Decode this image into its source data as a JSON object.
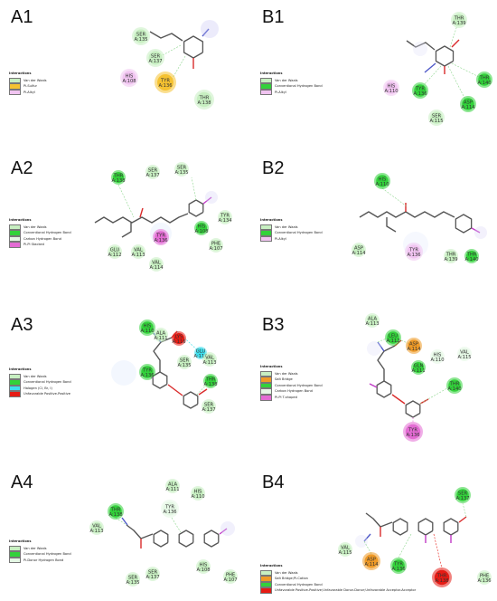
{
  "colors": {
    "vdw": "#c7efc1",
    "hbond": "#32d23a",
    "pisulfur": "#f5c231",
    "pialkyl": "#f1c4f1",
    "carbonh": "#e4f7e4",
    "pipistacked": "#e36bd3",
    "halogen": "#3ee0ee",
    "unfav": "#e61b14",
    "saltbridge": "#ef9a27",
    "bond": "#555555",
    "oxygen": "#d92b2b",
    "nitrogen": "#4f59c8",
    "halogenAtom": "#c03ac6"
  },
  "panels": [
    {
      "label": "A1",
      "legend": {
        "title": "Interactions",
        "items": [
          {
            "color": "vdw",
            "text": "Van der Waals"
          },
          {
            "color": "pisulfur",
            "text": "Pi-Sulfur"
          },
          {
            "color": "pialkyl",
            "text": "Pi-Alkyl"
          }
        ]
      },
      "residues": [
        {
          "name": "SER",
          "num": "A:135",
          "type": "vdw"
        },
        {
          "name": "SER",
          "num": "A:137",
          "type": "vdw"
        },
        {
          "name": "HIS",
          "num": "A:108",
          "type": "pialkyl"
        },
        {
          "name": "TYR",
          "num": "A:136",
          "type": "pisulfur"
        },
        {
          "name": "THR",
          "num": "A:138",
          "type": "vdw"
        }
      ]
    },
    {
      "label": "B1",
      "legend": {
        "title": "Interactions",
        "items": [
          {
            "color": "vdw",
            "text": "Van der Waals"
          },
          {
            "color": "hbond",
            "text": "Conventional Hydrogen Bond"
          },
          {
            "color": "pialkyl",
            "text": "Pi-Alkyl"
          }
        ]
      },
      "residues": [
        {
          "name": "THR",
          "num": "A:139",
          "type": "vdw"
        },
        {
          "name": "HIS",
          "num": "A:110",
          "type": "pialkyl"
        },
        {
          "name": "TYR",
          "num": "A:136",
          "type": "hbond"
        },
        {
          "name": "THR",
          "num": "A:140",
          "type": "hbond"
        },
        {
          "name": "ASP",
          "num": "A:114",
          "type": "hbond"
        },
        {
          "name": "SER",
          "num": "A:115",
          "type": "vdw"
        }
      ]
    },
    {
      "label": "A2",
      "legend": {
        "title": "Interactions",
        "items": [
          {
            "color": "vdw",
            "text": "Van der Waals"
          },
          {
            "color": "hbond",
            "text": "Conventional Hydrogen Bond"
          },
          {
            "color": "carbonh",
            "text": "Carbon Hydrogen Bond"
          },
          {
            "color": "pipistacked",
            "text": "Pi-Pi Stacked"
          }
        ]
      },
      "residues": [
        {
          "name": "THR",
          "num": "A:138",
          "type": "hbond"
        },
        {
          "name": "SER",
          "num": "A:137",
          "type": "vdw"
        },
        {
          "name": "SER",
          "num": "A:135",
          "type": "vdw"
        },
        {
          "name": "TYR",
          "num": "A:134",
          "type": "vdw"
        },
        {
          "name": "HIS",
          "num": "A:108",
          "type": "hbond"
        },
        {
          "name": "TYR",
          "num": "A:136",
          "type": "pipistacked"
        },
        {
          "name": "PHE",
          "num": "A:107",
          "type": "vdw"
        },
        {
          "name": "GLU",
          "num": "A:112",
          "type": "vdw"
        },
        {
          "name": "VAL",
          "num": "A:113",
          "type": "vdw"
        },
        {
          "name": "VAL",
          "num": "A:114",
          "type": "vdw"
        }
      ]
    },
    {
      "label": "B2",
      "legend": {
        "title": "Interactions",
        "items": [
          {
            "color": "vdw",
            "text": "Van der Waals"
          },
          {
            "color": "hbond",
            "text": "Conventional Hydrogen Bond"
          },
          {
            "color": "pialkyl",
            "text": "Pi-Alkyl"
          }
        ]
      },
      "residues": [
        {
          "name": "HIS",
          "num": "A:110",
          "type": "hbond"
        },
        {
          "name": "ASP",
          "num": "A:114",
          "type": "vdw"
        },
        {
          "name": "TYR",
          "num": "A:136",
          "type": "pialkyl"
        },
        {
          "name": "THR",
          "num": "A:139",
          "type": "vdw"
        },
        {
          "name": "THR",
          "num": "A:140",
          "type": "hbond"
        }
      ]
    },
    {
      "label": "A3",
      "legend": {
        "title": "Interactions",
        "items": [
          {
            "color": "vdw",
            "text": "Van der Waals"
          },
          {
            "color": "hbond",
            "text": "Conventional Hydrogen Bond"
          },
          {
            "color": "halogen",
            "text": "Halogen (Cl, Br, I)"
          },
          {
            "color": "unfav",
            "text": "Unfavorable Positive-Positive"
          }
        ]
      },
      "residues": [
        {
          "name": "HIS",
          "num": "A:110",
          "type": "hbond"
        },
        {
          "name": "ALA",
          "num": "A:111",
          "type": "vdw"
        },
        {
          "name": "LYS",
          "num": "A:116",
          "type": "unfav"
        },
        {
          "name": "GLU",
          "num": "A:112",
          "type": "halogen"
        },
        {
          "name": "TYR",
          "num": "A:136",
          "type": "hbond"
        },
        {
          "name": "SER",
          "num": "A:135",
          "type": "vdw"
        },
        {
          "name": "VAL",
          "num": "A:113",
          "type": "vdw"
        },
        {
          "name": "THR",
          "num": "A:138",
          "type": "hbond"
        },
        {
          "name": "SER",
          "num": "A:137",
          "type": "vdw"
        }
      ]
    },
    {
      "label": "B3",
      "legend": {
        "title": "Interactions",
        "items": [
          {
            "color": "vdw",
            "text": "Van der Waals"
          },
          {
            "color": "saltbridge",
            "text": "Salt Bridge"
          },
          {
            "color": "hbond",
            "text": "Conventional Hydrogen Bond"
          },
          {
            "color": "carbonh",
            "text": "Carbon Hydrogen Bond"
          },
          {
            "color": "pipistacked",
            "text": "Pi-Pi T-shaped"
          }
        ]
      },
      "residues": [
        {
          "name": "ALA",
          "num": "A:113",
          "type": "vdw"
        },
        {
          "name": "LEU",
          "num": "A:112",
          "type": "hbond"
        },
        {
          "name": "ASP",
          "num": "A:114",
          "type": "saltbridge"
        },
        {
          "name": "HIS",
          "num": "A:110",
          "type": "carbonh"
        },
        {
          "name": "VAL",
          "num": "A:115",
          "type": "carbonh"
        },
        {
          "name": "GLN",
          "num": "A:111",
          "type": "hbond"
        },
        {
          "name": "THR",
          "num": "A:140",
          "type": "hbond"
        },
        {
          "name": "TYR",
          "num": "A:136",
          "type": "pipistacked"
        }
      ]
    },
    {
      "label": "A4",
      "legend": {
        "title": "Interactions",
        "items": [
          {
            "color": "vdw",
            "text": "Van der Waals"
          },
          {
            "color": "hbond",
            "text": "Conventional Hydrogen Bond"
          },
          {
            "color": "carbonh",
            "text": "Pi-Donor Hydrogen Bond"
          }
        ]
      },
      "residues": [
        {
          "name": "ALA",
          "num": "A:111",
          "type": "vdw"
        },
        {
          "name": "HIS",
          "num": "A:110",
          "type": "vdw"
        },
        {
          "name": "TYR",
          "num": "A:136",
          "type": "carbonh"
        },
        {
          "name": "THR",
          "num": "A:138",
          "type": "hbond"
        },
        {
          "name": "VAL",
          "num": "A:113",
          "type": "vdw"
        },
        {
          "name": "SER",
          "num": "A:137",
          "type": "vdw"
        },
        {
          "name": "SER",
          "num": "A:135",
          "type": "vdw"
        },
        {
          "name": "HIS",
          "num": "A:108",
          "type": "vdw"
        },
        {
          "name": "PHE",
          "num": "A:107",
          "type": "vdw"
        }
      ]
    },
    {
      "label": "B4",
      "legend": {
        "title": "Interactions",
        "items": [
          {
            "color": "vdw",
            "text": "Van der Waals"
          },
          {
            "color": "saltbridge",
            "text": "Salt Bridge;Pi-Cation"
          },
          {
            "color": "hbond",
            "text": "Conventional Hydrogen Bond"
          },
          {
            "color": "unfav",
            "text": "Unfavorable Positive-Positive;Unfavorable Donor-Donor;Unfavorable Acceptor-Acceptor"
          }
        ]
      },
      "residues": [
        {
          "name": "SER",
          "num": "A:137",
          "type": "hbond"
        },
        {
          "name": "VAL",
          "num": "A:115",
          "type": "vdw"
        },
        {
          "name": "ASP",
          "num": "A:114",
          "type": "saltbridge"
        },
        {
          "name": "TYR",
          "num": "A:136",
          "type": "hbond"
        },
        {
          "name": "THR",
          "num": "A:138",
          "type": "unfav"
        },
        {
          "name": "PHE",
          "num": "A:136",
          "type": "vdw"
        }
      ]
    }
  ]
}
